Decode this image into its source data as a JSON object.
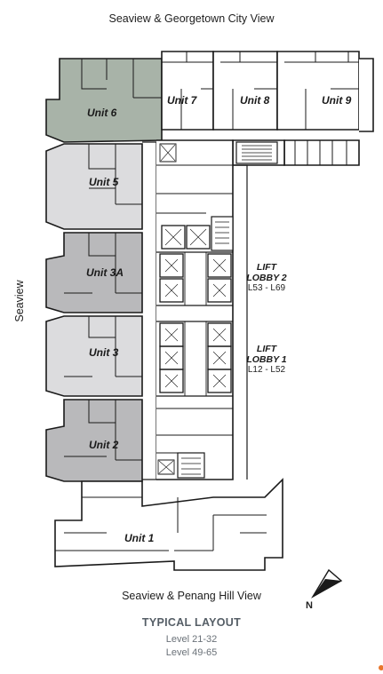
{
  "views": {
    "top": "Seaview & Georgetown City View",
    "bottom": "Seaview & Penang Hill View",
    "side": "Seaview"
  },
  "units": {
    "u6": "Unit 6",
    "u7": "Unit 7",
    "u8": "Unit 8",
    "u9": "Unit 9",
    "u5": "Unit 5",
    "u3a": "Unit 3A",
    "u3": "Unit 3",
    "u2": "Unit 2",
    "u1": "Unit 1"
  },
  "lift_lobbies": {
    "lobby2": {
      "line1": "LIFT",
      "line2": "LOBBY 2",
      "range": "L53 - L69"
    },
    "lobby1": {
      "line1": "LIFT",
      "line2": "LOBBY 1",
      "range": "L12 - L52"
    }
  },
  "north": "N",
  "layout": {
    "title": "TYPICAL LAYOUT",
    "levels": [
      "Level 21-32",
      "Level 49-65"
    ]
  },
  "colors": {
    "unit6_fill": "#a8b3a8",
    "unit_dark_fill": "#b9b9bb",
    "unit_light_fill": "#dcdcde",
    "wall": "#1a1a1a",
    "title_text": "#555e66",
    "level_text": "#6a7178"
  }
}
